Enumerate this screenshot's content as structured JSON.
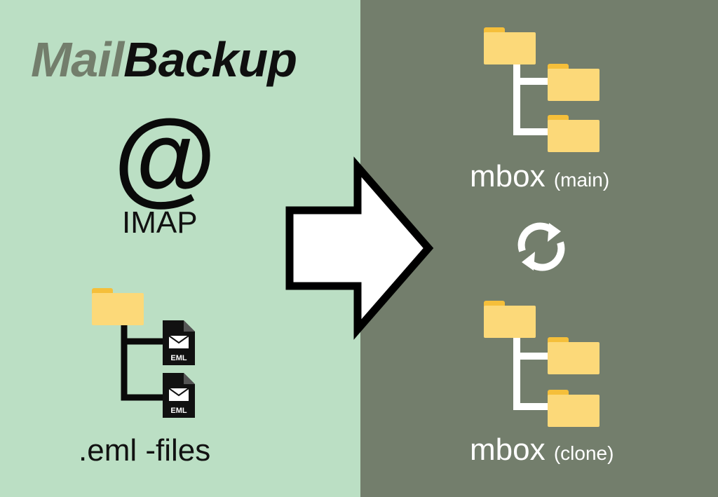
{
  "colors": {
    "left_bg": "#bbdfc4",
    "right_bg": "#737e6c",
    "title_mail": "#737e6c",
    "title_backup": "#0f0f0f",
    "folder": "#fcd979",
    "folder_tab": "#f5bf3a",
    "arrow_fill": "#ffffff",
    "arrow_stroke": "#000000"
  },
  "title": {
    "part1": "Mail",
    "part2": "Backup"
  },
  "source": {
    "imap_symbol": "@",
    "imap_label": "IMAP",
    "eml_badge": "EML",
    "eml_label": ".eml -files"
  },
  "target": {
    "main_label": "mbox",
    "main_sub": "(main)",
    "clone_label": "mbox",
    "clone_sub": "(clone)"
  },
  "icons": [
    "at-icon",
    "folder-icon",
    "eml-file-icon",
    "arrow-right-icon",
    "sync-icon"
  ]
}
